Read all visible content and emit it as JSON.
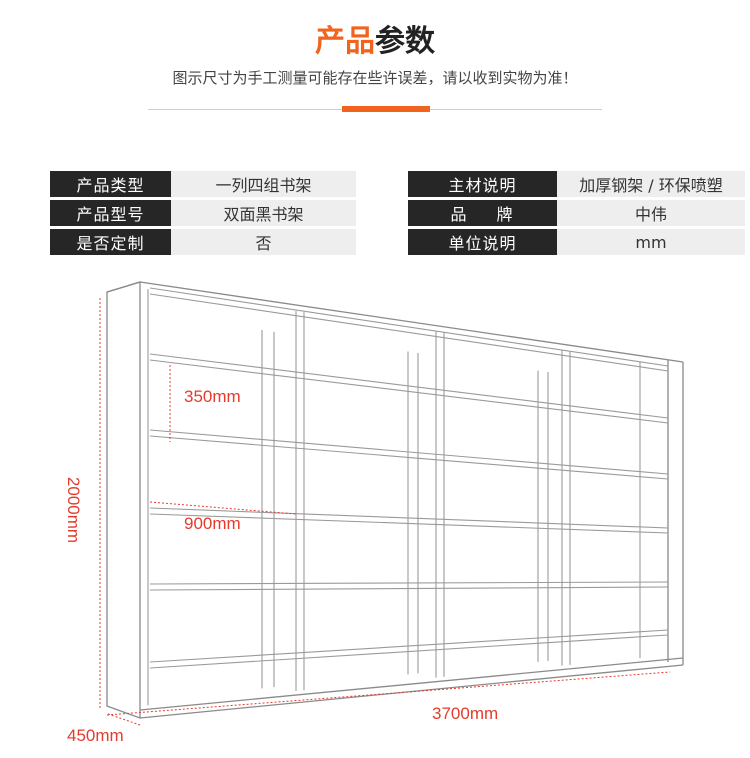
{
  "header": {
    "title_highlight": "产品",
    "title_rest": "参数",
    "subtitle": "图示尺寸为手工测量可能存在些许误差，请以收到实物为准！",
    "accent_color": "#f0641e"
  },
  "specs_left": [
    {
      "label": "产品类型",
      "value": "一列四组书架"
    },
    {
      "label": "产品型号",
      "value": "双面黑书架"
    },
    {
      "label": "是否定制",
      "value": "否"
    }
  ],
  "specs_right": [
    {
      "label": "主材说明",
      "value": "加厚钢架 / 环保喷塑"
    },
    {
      "label": "品牌",
      "value": "中伟"
    },
    {
      "label": "单位说明",
      "value": "mm"
    }
  ],
  "dimensions": {
    "shelf_gap": "350mm",
    "unit_width": "900mm",
    "height": "2000mm",
    "total_length": "3700mm",
    "depth": "450mm",
    "color": "#e53b2c"
  }
}
